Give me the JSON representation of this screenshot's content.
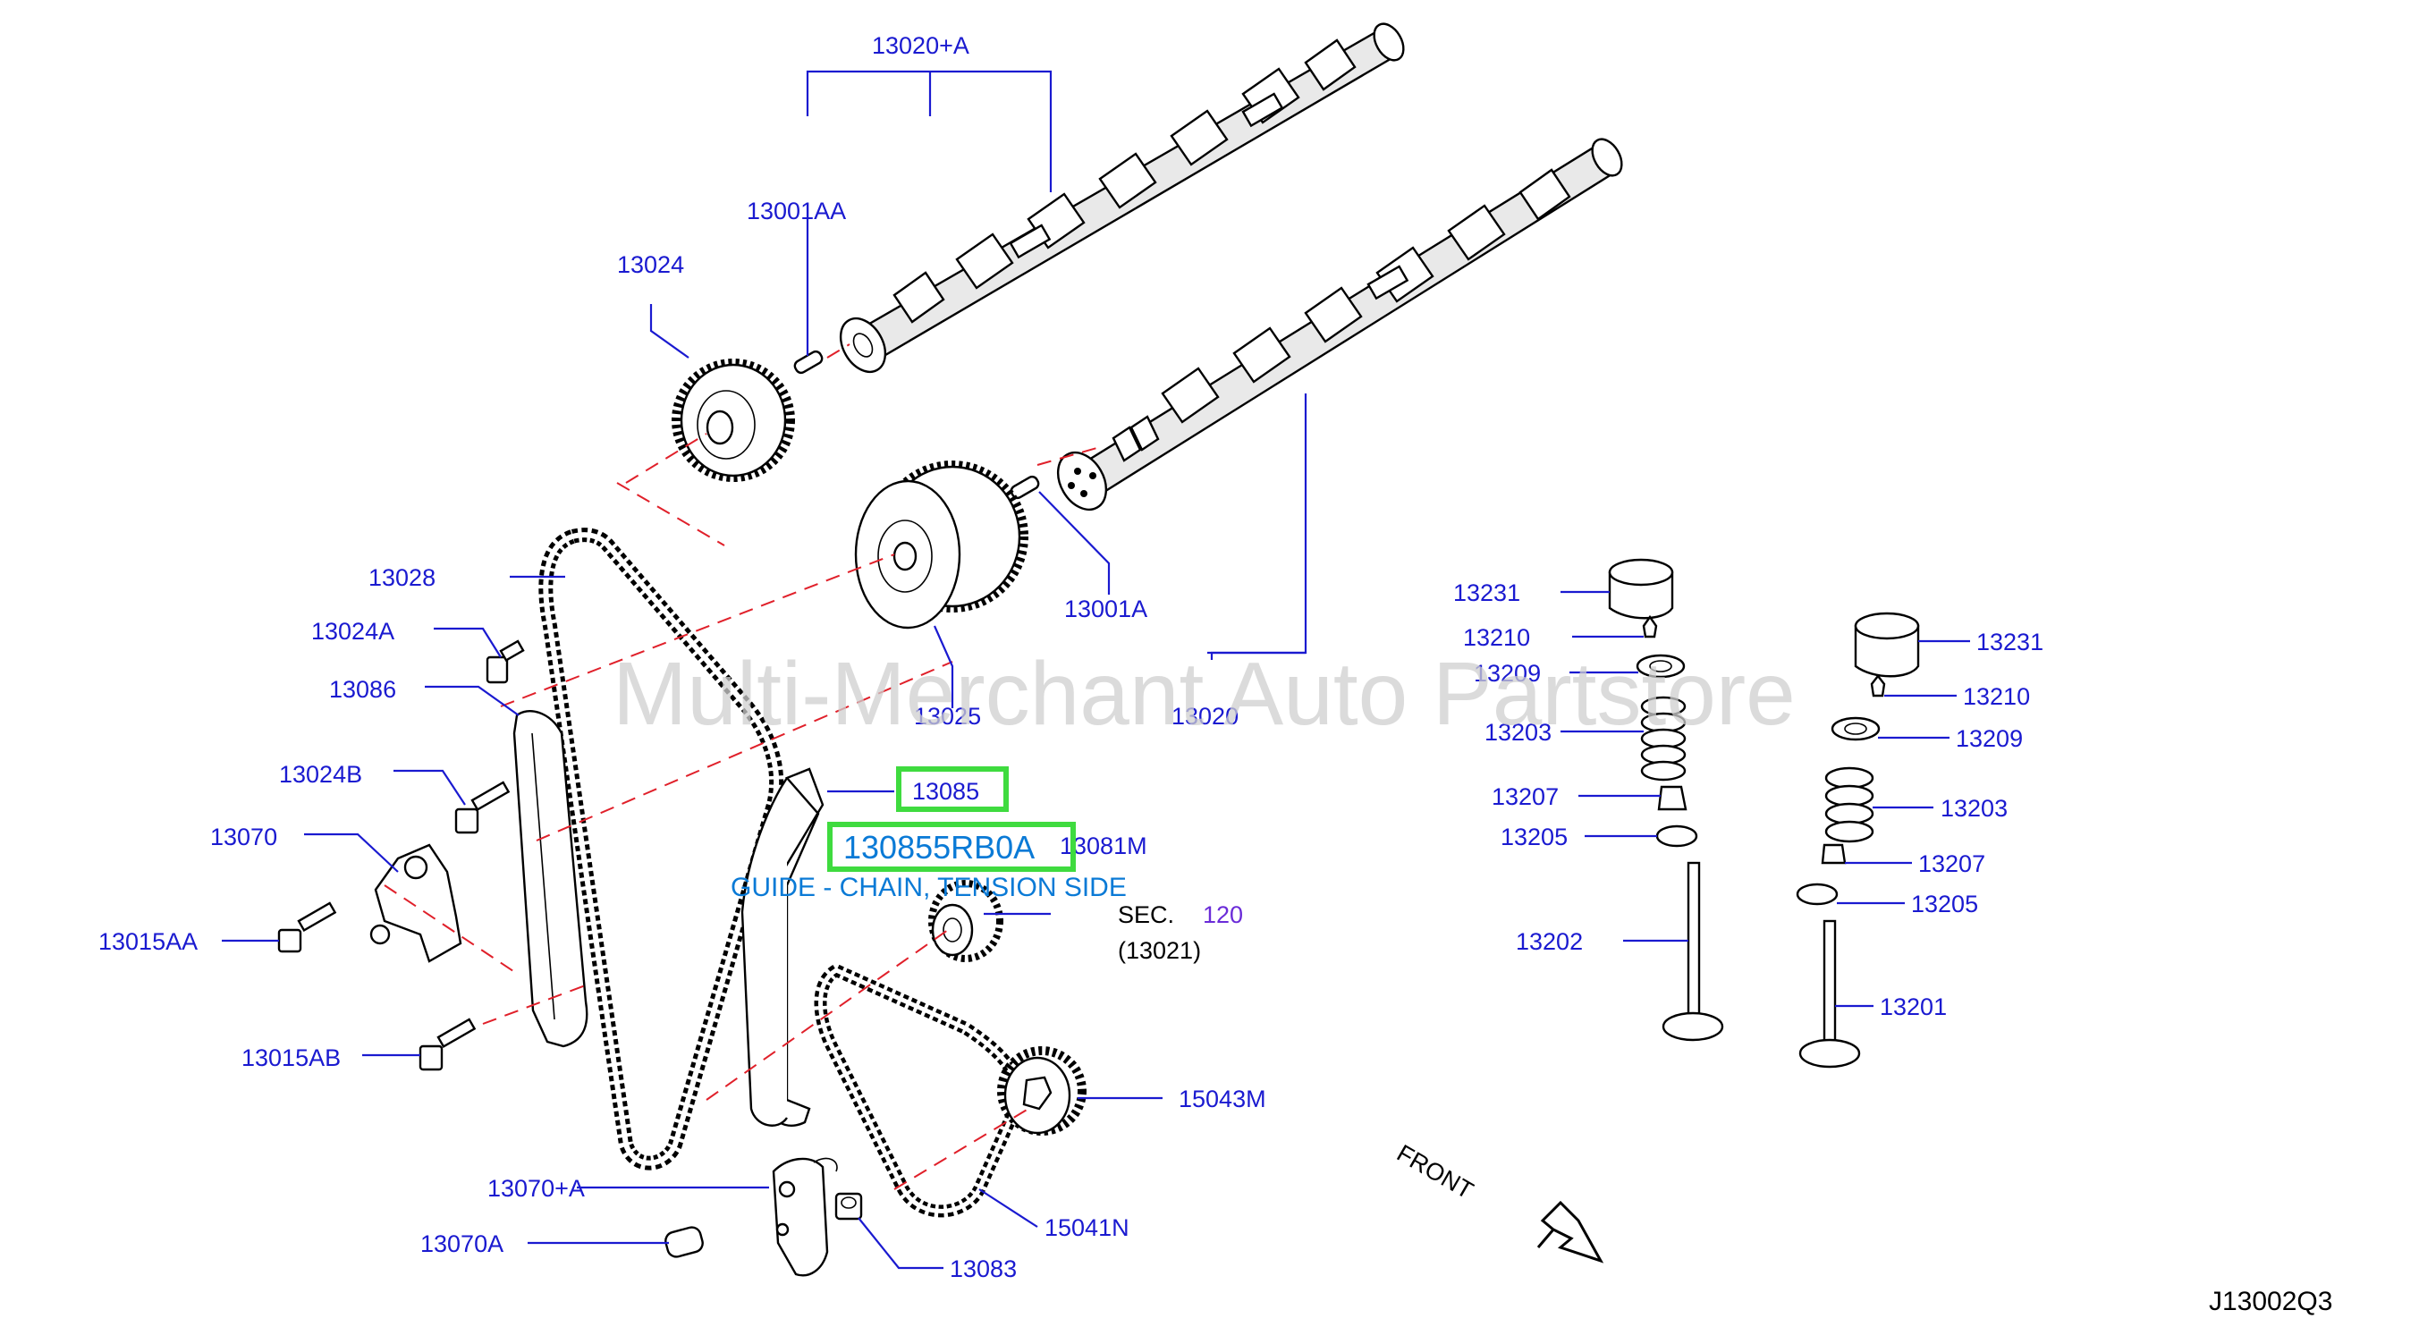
{
  "diagram": {
    "code": "J13002Q3",
    "watermark": "Multi-Merchant Auto Partstore",
    "front_label": "FRONT",
    "highlight": {
      "part_number": "13085",
      "oem_number": "130855RB0A",
      "description": "GUIDE - CHAIN, TENSION SIDE"
    },
    "sec_ref": {
      "sec": "SEC.",
      "num": "120",
      "sub": "(13021)"
    },
    "labels": {
      "p13020A": "13020+A",
      "p13001AA": "13001AA",
      "p13024": "13024",
      "p13028": "13028",
      "p13024A": "13024A",
      "p13086": "13086",
      "p13024B": "13024B",
      "p13070": "13070",
      "p13015AA": "13015AA",
      "p13015AB": "13015AB",
      "p13070plusA": "13070+A",
      "p13070A": "13070A",
      "p13083": "13083",
      "p15041N": "15041N",
      "p15043M": "15043M",
      "p13081M": "13081M",
      "p13025": "13025",
      "p13001A": "13001A",
      "p13020": "13020",
      "p13231_l": "13231",
      "p13210_l": "13210",
      "p13209_l": "13209",
      "p13203_l": "13203",
      "p13207_l": "13207",
      "p13205_l": "13205",
      "p13202": "13202",
      "p13231_r": "13231",
      "p13210_r": "13210",
      "p13209_r": "13209",
      "p13203_r": "13203",
      "p13207_r": "13207",
      "p13205_r": "13205",
      "p13201": "13201"
    },
    "colors": {
      "label": "#1a1ad0",
      "highlight_box": "#3fdb3f",
      "highlight_text": "#0a7ad6",
      "centerline": "#e0202a"
    }
  }
}
